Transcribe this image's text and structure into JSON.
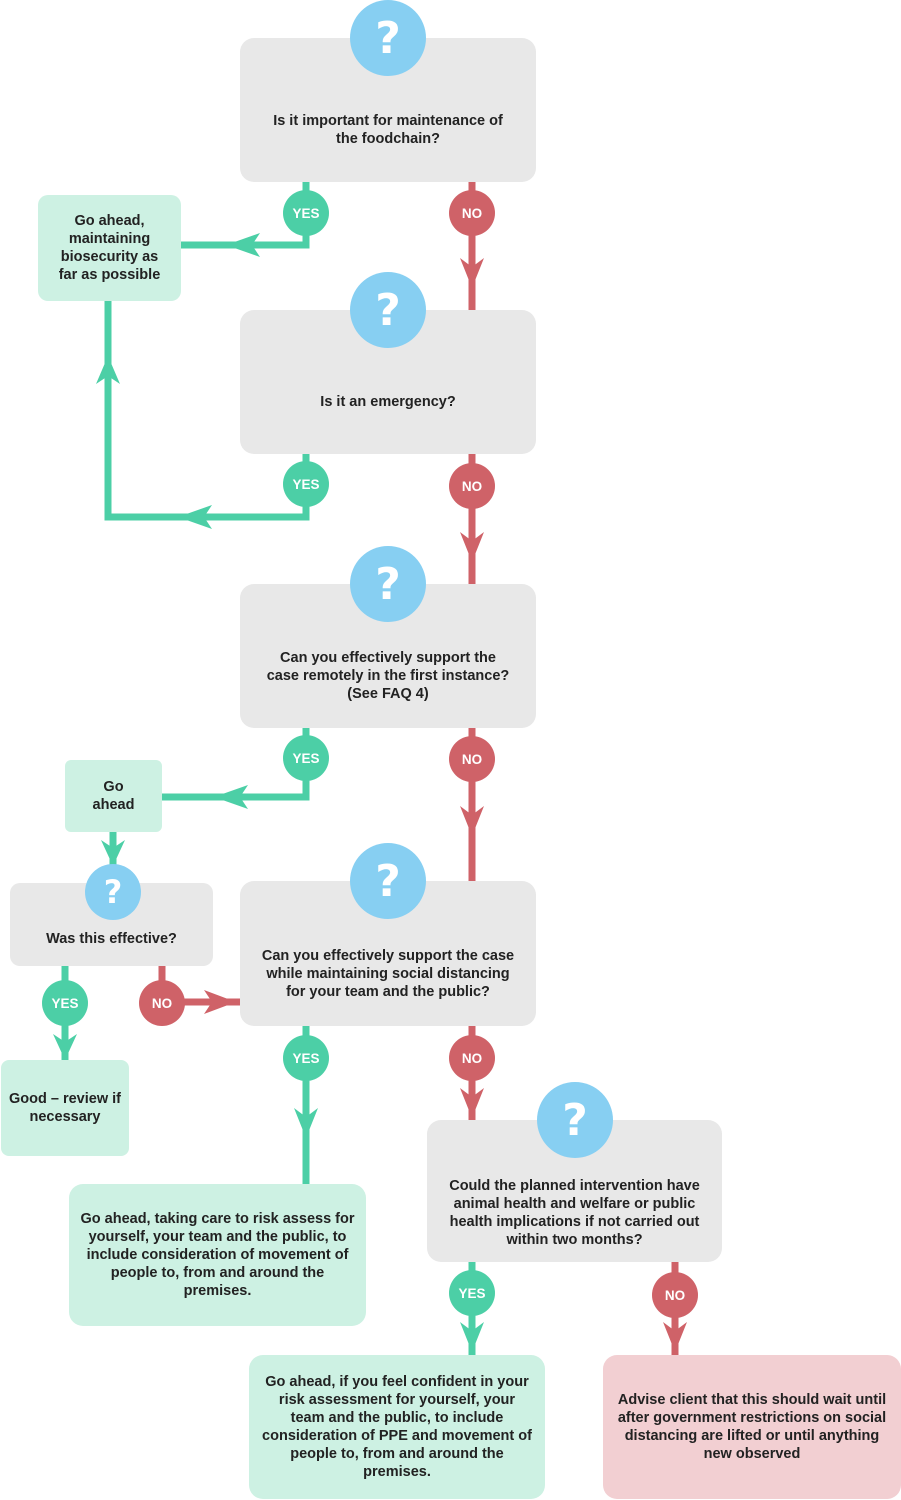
{
  "colors": {
    "yes": "#4ccfa6",
    "no": "#cf6268",
    "question_icon": "#87cff2",
    "question_box": "#e8e8e8",
    "go_box": "#cdf1e3",
    "stop_box": "#f2cfd2"
  },
  "icon": "question-mark-icon",
  "icon_glyph": "?",
  "labels": {
    "yes": "YES",
    "no": "NO"
  },
  "questions": {
    "q1": "Is it important for maintenance of the foodchain?",
    "q2": "Is it an emergency?",
    "q3": "Can you effectively support the case remotely in the first instance? (See FAQ 4)",
    "q4": "Can you effectively support the case while maintaining social distancing for your team and the public?",
    "q5": "Was this effective?",
    "q6": "Could the planned intervention have animal health and welfare or public health implications if not carried out within two months?"
  },
  "outcomes": {
    "a1": "Go ahead, maintaining biosecurity as far as possible",
    "a2": "Go ahead",
    "a3": "Good – review if necessary",
    "a4": "Go ahead, taking care to risk assess for yourself, your team and the public, to include consideration of movement of people to, from and around the premises.",
    "a5": "Go ahead, if you feel confident in your risk assessment for yourself, your team and the public, to include consideration of PPE and movement of people to, from and around the premises.",
    "a6": "Advise client that this should wait until after government restrictions on social distancing are lifted or until anything new observed"
  }
}
